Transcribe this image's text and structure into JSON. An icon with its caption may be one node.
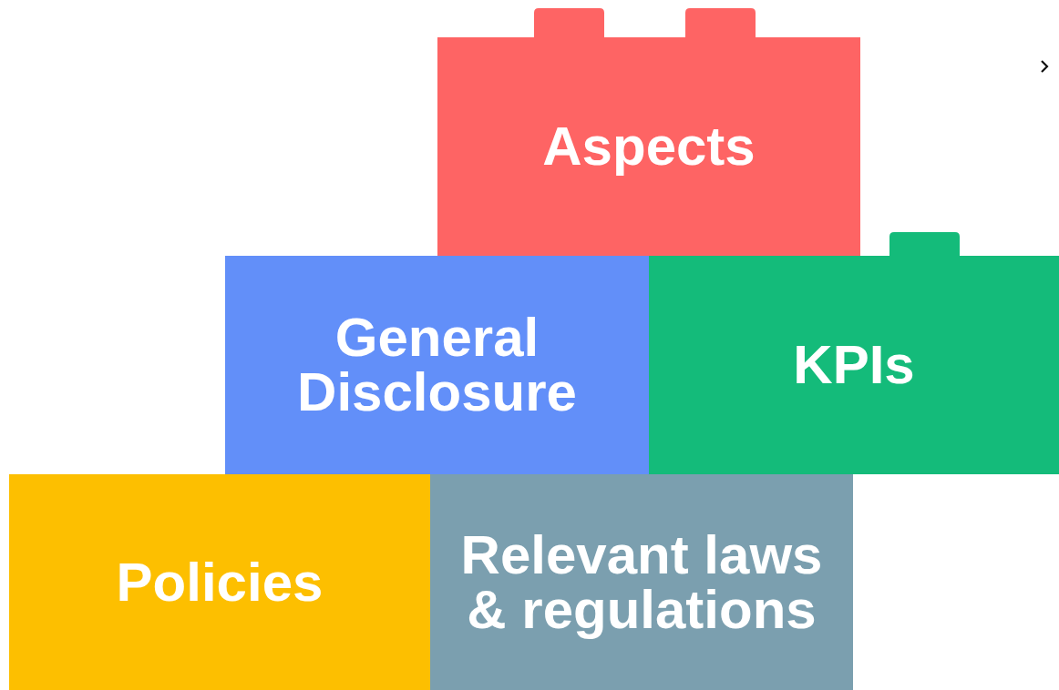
{
  "diagram": {
    "nodes": [
      {
        "text": [
          "Aspects"
        ]
      },
      {
        "text": [
          "General Disclosure"
        ]
      },
      {
        "text": [
          "KPIs"
        ]
      },
      {
        "text": [
          "Policies"
        ]
      },
      {
        "text": [
          "Relevant laws & regulations"
        ]
      }
    ]
  }
}
